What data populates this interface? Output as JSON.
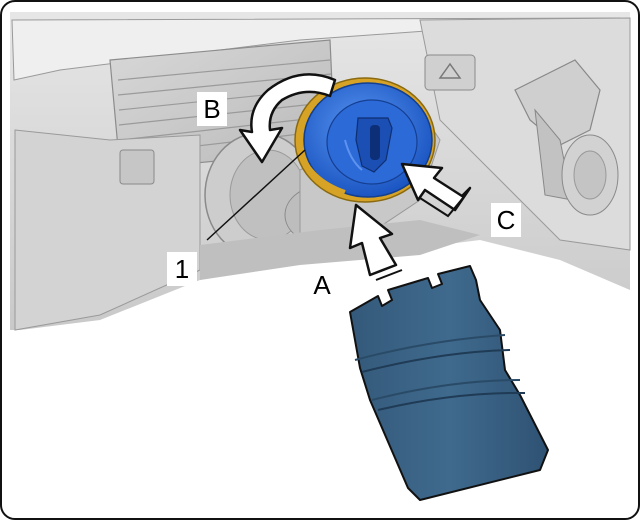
{
  "labels": {
    "A": "A",
    "B": "B",
    "C": "C",
    "part_1": "1"
  },
  "colors": {
    "blue_part": "#1f5fd0",
    "blue_part_light": "#4f8ef0",
    "gold_ring": "#d7a326",
    "tool_body": "#3c6688",
    "tool_shadow": "#2a4b68",
    "frame": "#111111"
  },
  "icons": {
    "arrow_B": "curved-rotation-arrow",
    "arrow_A": "push-up-arrow",
    "arrow_C": "push-in-arrow"
  }
}
